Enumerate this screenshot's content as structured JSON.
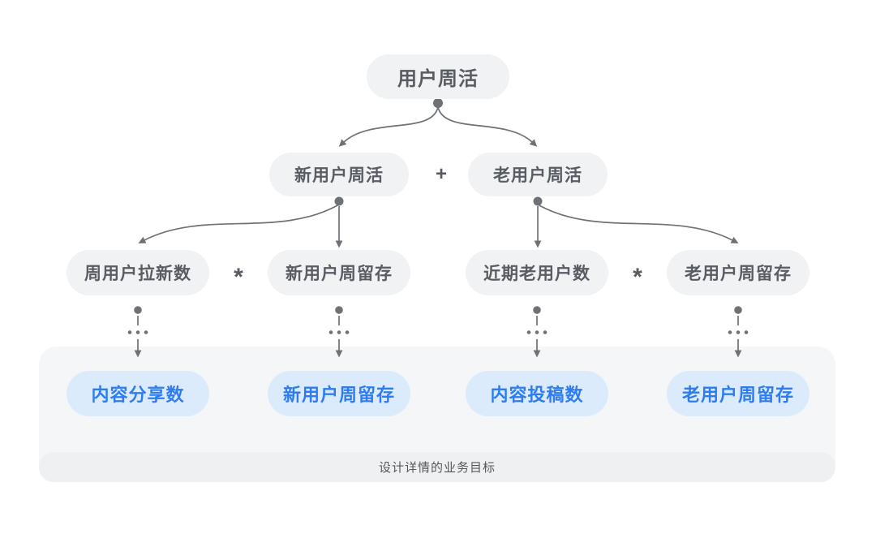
{
  "tree": {
    "root": {
      "label": "用户周活"
    },
    "level2": {
      "operator": "+",
      "nodes": [
        {
          "label": "新用户周活"
        },
        {
          "label": "老用户周活"
        }
      ]
    },
    "level3": {
      "operators": [
        "*",
        "*"
      ],
      "nodes": [
        {
          "label": "周用户拉新数"
        },
        {
          "label": "新用户周留存"
        },
        {
          "label": "近期老用户数"
        },
        {
          "label": "老用户周留存"
        }
      ]
    },
    "leaves": {
      "nodes": [
        {
          "label": "内容分享数"
        },
        {
          "label": "新用户周留存"
        },
        {
          "label": "内容投稿数"
        },
        {
          "label": "老用户周留存"
        }
      ]
    },
    "panel": {
      "caption": "设计详情的业务目标"
    }
  },
  "colors": {
    "accent_blue": "#2e7cf0",
    "leaf_bg": "#dcebfc",
    "node_bg": "#f1f2f4",
    "node_text": "#585c63",
    "connector": "#6e7175",
    "panel_bg": "#f5f6f8",
    "panel_footer_bg": "#eff0f2"
  }
}
